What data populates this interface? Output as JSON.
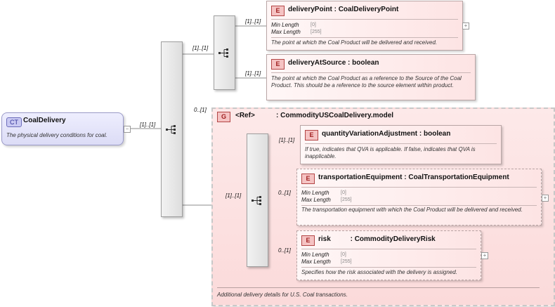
{
  "complex_type": {
    "badge": "CT",
    "name": "CoalDelivery",
    "description": "The physical delivery conditions for coal.",
    "expander": "−"
  },
  "cardinalities": {
    "main_sequence": "[1]..[1]",
    "sub_sequence": "[1]..[1]",
    "delivery_point": "[1]..[1]",
    "delivery_at_source": "[1]..[1]",
    "group_ref": "0..[1]",
    "group_sequence": "[1]..[1]",
    "qva": "[1]..[1]",
    "transport": "0..[1]",
    "risk": "0..[1]"
  },
  "elements": {
    "delivery_point": {
      "badge": "E",
      "name": "deliveryPoint",
      "type": ": CoalDeliveryPoint",
      "min_length_label": "Min Length",
      "min_length": "[0]",
      "max_length_label": "Max Length",
      "max_length": "[255]",
      "doc": "The point at which the Coal Product will be delivered and received.",
      "expander": "+"
    },
    "delivery_at_source": {
      "badge": "E",
      "name": "deliveryAtSource",
      "type": ": boolean",
      "doc": "The point at which the Coal Product as a reference to the Source of the Coal Product. This should be a reference to the source element within product."
    },
    "qva": {
      "badge": "E",
      "name": "quantityVariationAdjustment",
      "type": ": boolean",
      "doc": "If true, indicates that QVA is applicable. If false, indicates that QVA is inapplicable."
    },
    "transport": {
      "badge": "E",
      "name": "transportationEquipment",
      "type": ": CoalTransportationEquipment",
      "min_length_label": "Min Length",
      "min_length": "[0]",
      "max_length_label": "Max Length",
      "max_length": "[255]",
      "doc": "The transportation equipment with which the Coal Product will be delivered and received.",
      "expander": "+"
    },
    "risk": {
      "badge": "E",
      "name": "risk",
      "type": ": CommodityDeliveryRisk",
      "min_length_label": "Min Length",
      "min_length": "[0]",
      "max_length_label": "Max Length",
      "max_length": "[255]",
      "doc": "Specifies how the risk associated with the delivery is assigned.",
      "expander": "+"
    }
  },
  "group": {
    "badge": "G",
    "ref_label": "<Ref>",
    "type": ": CommodityUSCoalDelivery.model",
    "doc": "Additional delivery details for U.S. Coal transactions."
  },
  "colors": {
    "complex_type_fill": "#dcdcf6",
    "element_fill": "#fde4e4",
    "element_badge": "#f5c3c3",
    "compositor_fill": "#e6e6e6"
  }
}
